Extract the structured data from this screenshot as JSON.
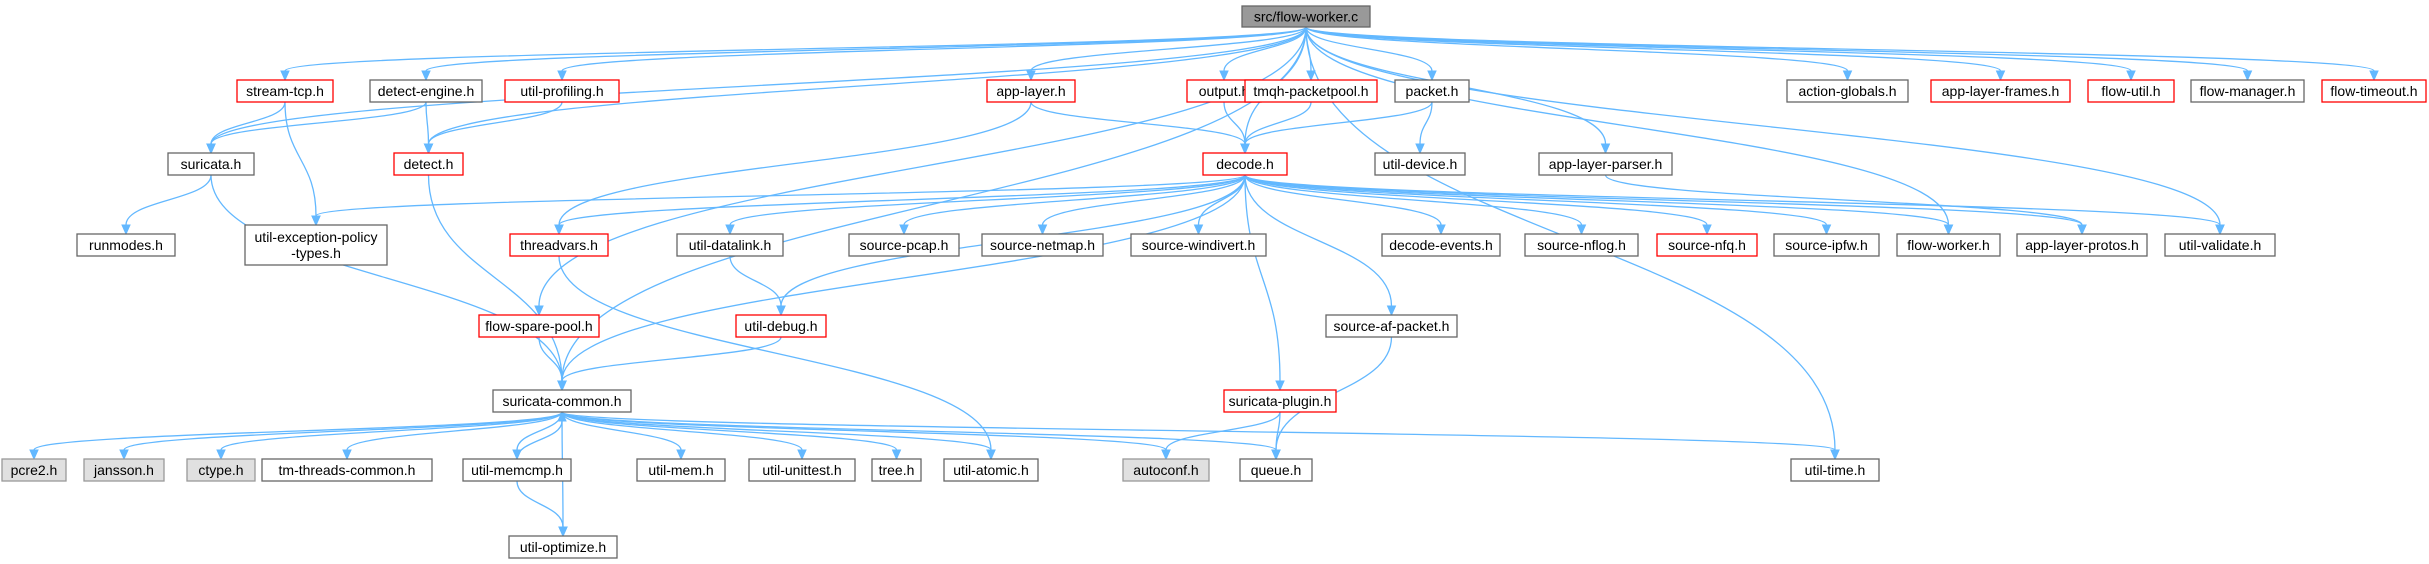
{
  "graph": {
    "root": "src/flow-worker.c",
    "nodes": [
      {
        "id": "root",
        "label": "src/flow-worker.c",
        "style": "root"
      },
      {
        "id": "stream-tcp",
        "label": "stream-tcp.h",
        "style": "red"
      },
      {
        "id": "detect-engine",
        "label": "detect-engine.h",
        "style": "plain"
      },
      {
        "id": "util-profiling",
        "label": "util-profiling.h",
        "style": "red"
      },
      {
        "id": "app-layer",
        "label": "app-layer.h",
        "style": "red"
      },
      {
        "id": "output",
        "label": "output.h",
        "style": "red"
      },
      {
        "id": "tmqh-packetpool",
        "label": "tmqh-packetpool.h",
        "style": "red"
      },
      {
        "id": "packet",
        "label": "packet.h",
        "style": "plain"
      },
      {
        "id": "action-globals",
        "label": "action-globals.h",
        "style": "plain"
      },
      {
        "id": "app-layer-frames",
        "label": "app-layer-frames.h",
        "style": "red"
      },
      {
        "id": "flow-util",
        "label": "flow-util.h",
        "style": "red"
      },
      {
        "id": "flow-manager",
        "label": "flow-manager.h",
        "style": "plain"
      },
      {
        "id": "flow-timeout",
        "label": "flow-timeout.h",
        "style": "red"
      },
      {
        "id": "suricata",
        "label": "suricata.h",
        "style": "plain"
      },
      {
        "id": "detect",
        "label": "detect.h",
        "style": "red"
      },
      {
        "id": "decode",
        "label": "decode.h",
        "style": "red"
      },
      {
        "id": "util-device",
        "label": "util-device.h",
        "style": "plain"
      },
      {
        "id": "app-layer-parser",
        "label": "app-layer-parser.h",
        "style": "plain"
      },
      {
        "id": "runmodes",
        "label": "runmodes.h",
        "style": "plain"
      },
      {
        "id": "util-exception-policy-types",
        "label": "util-exception-policy\n-types.h",
        "style": "plain"
      },
      {
        "id": "threadvars",
        "label": "threadvars.h",
        "style": "red"
      },
      {
        "id": "util-datalink",
        "label": "util-datalink.h",
        "style": "plain"
      },
      {
        "id": "source-pcap",
        "label": "source-pcap.h",
        "style": "plain"
      },
      {
        "id": "source-netmap",
        "label": "source-netmap.h",
        "style": "plain"
      },
      {
        "id": "source-windivert",
        "label": "source-windivert.h",
        "style": "plain"
      },
      {
        "id": "decode-events",
        "label": "decode-events.h",
        "style": "plain"
      },
      {
        "id": "source-nflog",
        "label": "source-nflog.h",
        "style": "plain"
      },
      {
        "id": "source-nfq",
        "label": "source-nfq.h",
        "style": "red"
      },
      {
        "id": "source-ipfw",
        "label": "source-ipfw.h",
        "style": "plain"
      },
      {
        "id": "flow-worker",
        "label": "flow-worker.h",
        "style": "plain"
      },
      {
        "id": "app-layer-protos",
        "label": "app-layer-protos.h",
        "style": "plain"
      },
      {
        "id": "util-validate",
        "label": "util-validate.h",
        "style": "plain"
      },
      {
        "id": "flow-spare-pool",
        "label": "flow-spare-pool.h",
        "style": "red"
      },
      {
        "id": "util-debug",
        "label": "util-debug.h",
        "style": "red"
      },
      {
        "id": "source-af-packet",
        "label": "source-af-packet.h",
        "style": "plain"
      },
      {
        "id": "suricata-common",
        "label": "suricata-common.h",
        "style": "plain"
      },
      {
        "id": "suricata-plugin",
        "label": "suricata-plugin.h",
        "style": "red"
      },
      {
        "id": "pcre2",
        "label": "pcre2.h",
        "style": "gray"
      },
      {
        "id": "jansson",
        "label": "jansson.h",
        "style": "gray"
      },
      {
        "id": "ctype",
        "label": "ctype.h",
        "style": "gray"
      },
      {
        "id": "tm-threads-common",
        "label": "tm-threads-common.h",
        "style": "plain"
      },
      {
        "id": "util-memcmp",
        "label": "util-memcmp.h",
        "style": "plain"
      },
      {
        "id": "util-mem",
        "label": "util-mem.h",
        "style": "plain"
      },
      {
        "id": "util-unittest",
        "label": "util-unittest.h",
        "style": "plain"
      },
      {
        "id": "tree",
        "label": "tree.h",
        "style": "plain"
      },
      {
        "id": "util-atomic",
        "label": "util-atomic.h",
        "style": "plain"
      },
      {
        "id": "autoconf",
        "label": "autoconf.h",
        "style": "gray"
      },
      {
        "id": "queue",
        "label": "queue.h",
        "style": "plain"
      },
      {
        "id": "util-time",
        "label": "util-time.h",
        "style": "plain"
      },
      {
        "id": "util-optimize",
        "label": "util-optimize.h",
        "style": "plain"
      }
    ],
    "edges": [
      [
        "root",
        "stream-tcp"
      ],
      [
        "root",
        "detect-engine"
      ],
      [
        "root",
        "util-profiling"
      ],
      [
        "root",
        "app-layer"
      ],
      [
        "root",
        "output"
      ],
      [
        "root",
        "tmqh-packetpool"
      ],
      [
        "root",
        "packet"
      ],
      [
        "root",
        "action-globals"
      ],
      [
        "root",
        "app-layer-frames"
      ],
      [
        "root",
        "flow-util"
      ],
      [
        "root",
        "flow-manager"
      ],
      [
        "root",
        "flow-timeout"
      ],
      [
        "root",
        "suricata"
      ],
      [
        "root",
        "detect"
      ],
      [
        "root",
        "decode"
      ],
      [
        "root",
        "app-layer-parser"
      ],
      [
        "root",
        "suricata-common"
      ],
      [
        "root",
        "flow-spare-pool"
      ],
      [
        "root",
        "util-validate"
      ],
      [
        "root",
        "util-time"
      ],
      [
        "root",
        "flow-worker"
      ],
      [
        "stream-tcp",
        "suricata"
      ],
      [
        "stream-tcp",
        "util-exception-policy-types"
      ],
      [
        "detect-engine",
        "suricata"
      ],
      [
        "detect-engine",
        "detect"
      ],
      [
        "util-profiling",
        "detect"
      ],
      [
        "app-layer",
        "decode"
      ],
      [
        "app-layer",
        "threadvars"
      ],
      [
        "output",
        "decode"
      ],
      [
        "tmqh-packetpool",
        "decode"
      ],
      [
        "packet",
        "decode"
      ],
      [
        "packet",
        "util-device"
      ],
      [
        "app-layer-parser",
        "app-layer-protos"
      ],
      [
        "suricata",
        "runmodes"
      ],
      [
        "suricata",
        "suricata-common"
      ],
      [
        "detect",
        "suricata-common"
      ],
      [
        "decode",
        "util-exception-policy-types"
      ],
      [
        "decode",
        "threadvars"
      ],
      [
        "decode",
        "util-datalink"
      ],
      [
        "decode",
        "source-pcap"
      ],
      [
        "decode",
        "source-netmap"
      ],
      [
        "decode",
        "source-windivert"
      ],
      [
        "decode",
        "decode-events"
      ],
      [
        "decode",
        "source-nflog"
      ],
      [
        "decode",
        "source-nfq"
      ],
      [
        "decode",
        "source-ipfw"
      ],
      [
        "decode",
        "flow-worker"
      ],
      [
        "decode",
        "app-layer-protos"
      ],
      [
        "decode",
        "util-validate"
      ],
      [
        "decode",
        "source-af-packet"
      ],
      [
        "decode",
        "suricata-plugin"
      ],
      [
        "decode",
        "util-debug"
      ],
      [
        "decode",
        "suricata-common"
      ],
      [
        "threadvars",
        "util-atomic"
      ],
      [
        "util-datalink",
        "util-debug"
      ],
      [
        "flow-spare-pool",
        "suricata-common"
      ],
      [
        "util-debug",
        "suricata-common"
      ],
      [
        "source-af-packet",
        "queue"
      ],
      [
        "suricata-plugin",
        "autoconf"
      ],
      [
        "suricata-plugin",
        "queue"
      ],
      [
        "suricata-common",
        "pcre2"
      ],
      [
        "suricata-common",
        "jansson"
      ],
      [
        "suricata-common",
        "ctype"
      ],
      [
        "suricata-common",
        "tm-threads-common"
      ],
      [
        "suricata-common",
        "util-memcmp"
      ],
      [
        "suricata-common",
        "util-mem"
      ],
      [
        "suricata-common",
        "util-unittest"
      ],
      [
        "suricata-common",
        "tree"
      ],
      [
        "suricata-common",
        "util-atomic"
      ],
      [
        "suricata-common",
        "autoconf"
      ],
      [
        "suricata-common",
        "queue"
      ],
      [
        "suricata-common",
        "util-time"
      ],
      [
        "suricata-common",
        "util-optimize"
      ],
      [
        "util-memcmp",
        "suricata-common"
      ],
      [
        "util-memcmp",
        "util-optimize"
      ]
    ]
  },
  "colors": {
    "edge": "#63b8ff",
    "root_fill": "#999999",
    "gray_fill": "#e0e0e0",
    "red_stroke": "#ff0000",
    "plain_stroke": "#666666",
    "gray_stroke": "#999999"
  }
}
